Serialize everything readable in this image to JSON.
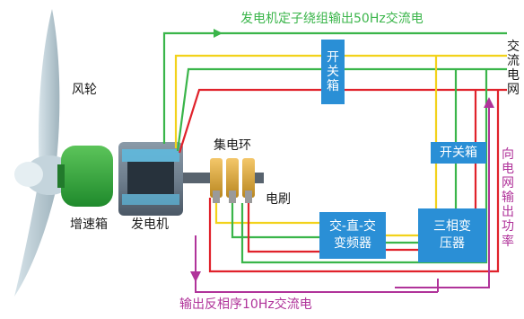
{
  "labels": {
    "top_caption": "发电机定子绕组输出50Hz交流电",
    "bottom_caption": "输出反相序10Hz交流电",
    "wind_wheel": "风轮",
    "gearbox": "增速箱",
    "generator": "发电机",
    "slip_ring": "集电环",
    "brush": "电刷",
    "switchbox_top": "开关箱",
    "switchbox_right": "开关箱",
    "converter": "交-直-交变频器",
    "transformer": "三相变压器",
    "ac_grid": "交流电网",
    "grid_power": "向电网输出功率"
  },
  "colors": {
    "green": "#3ab54a",
    "yellow": "#f2d21a",
    "red": "#e0222b",
    "purple": "#b0339a",
    "box_blue": "#2a8fd6"
  }
}
